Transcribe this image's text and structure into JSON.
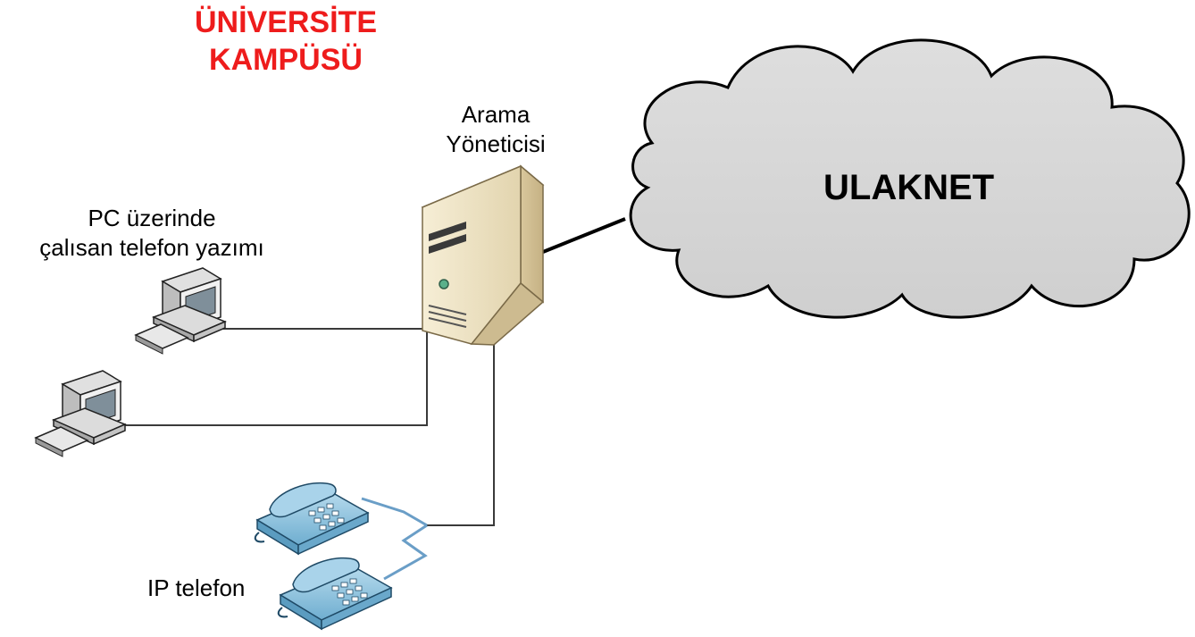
{
  "title_line1": "ÜNİVERSİTE",
  "title_line2": "KAMPÜSÜ",
  "server_label_line1": "Arama",
  "server_label_line2": "Yöneticisi",
  "pc_label_line1": "PC üzerinde",
  "pc_label_line2": "çalısan telefon yazımı",
  "cloud_label": "ULAKNET",
  "phone_label": "IP telefon",
  "colors": {
    "title": "#ee1c1c",
    "cloud_fill": "#d4d4d4",
    "phone_body": "#8ec3de",
    "phone_wire": "#6a9ec7",
    "server_case": "#efe3c4"
  },
  "icons": [
    "server-icon",
    "computer-icon",
    "computer-icon",
    "ip-phone-icon",
    "ip-phone-icon",
    "cloud-icon"
  ]
}
